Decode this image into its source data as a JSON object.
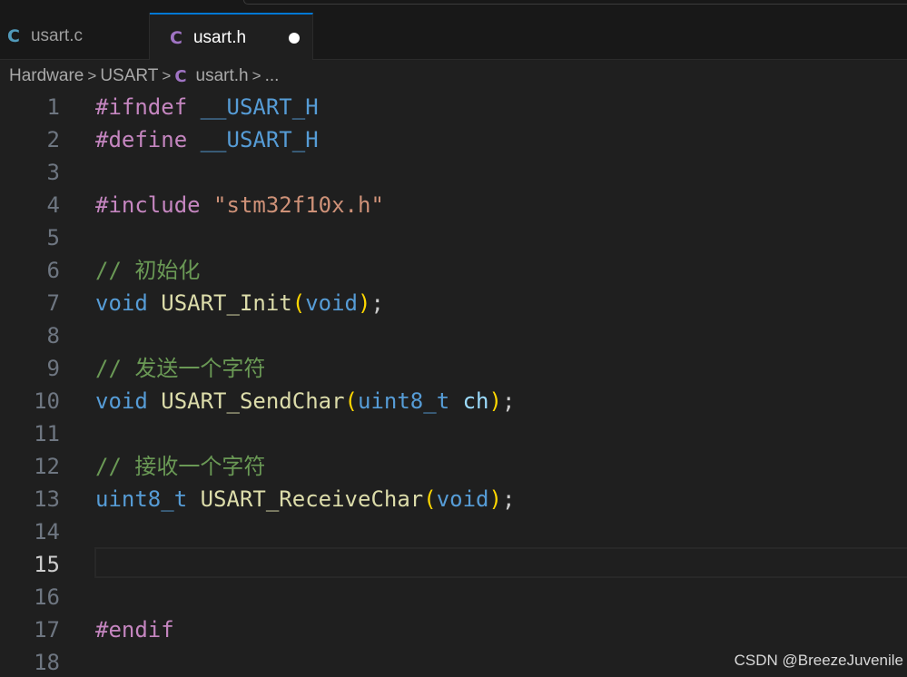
{
  "tabs": [
    {
      "label": "usart.c",
      "icon": "c-language-icon",
      "active": false
    },
    {
      "label": "usart.h",
      "icon": "c-language-icon",
      "active": true,
      "unsaved": true
    }
  ],
  "breadcrumb": {
    "segments": [
      "Hardware",
      "USART",
      "usart.h",
      "..."
    ],
    "separator": ">",
    "file_icon_glyph": "C"
  },
  "icon_glyph": "C",
  "editor": {
    "current_line": 15,
    "lines": [
      {
        "n": "1",
        "tokens": [
          [
            "kw-pre",
            "#ifndef"
          ],
          [
            "punct",
            " "
          ],
          [
            "macro",
            "__USART_H"
          ]
        ]
      },
      {
        "n": "2",
        "tokens": [
          [
            "kw-pre",
            "#define"
          ],
          [
            "punct",
            " "
          ],
          [
            "macro",
            "__USART_H"
          ]
        ]
      },
      {
        "n": "3",
        "tokens": []
      },
      {
        "n": "4",
        "tokens": [
          [
            "kw-pre",
            "#include"
          ],
          [
            "punct",
            " "
          ],
          [
            "str",
            "\"stm32f10x.h\""
          ]
        ]
      },
      {
        "n": "5",
        "tokens": []
      },
      {
        "n": "6",
        "tokens": [
          [
            "comment",
            "// 初始化"
          ]
        ]
      },
      {
        "n": "7",
        "tokens": [
          [
            "type",
            "void"
          ],
          [
            "punct",
            " "
          ],
          [
            "fn",
            "USART_Init"
          ],
          [
            "paren",
            "("
          ],
          [
            "type",
            "void"
          ],
          [
            "paren",
            ")"
          ],
          [
            "punct",
            ";"
          ]
        ]
      },
      {
        "n": "8",
        "tokens": []
      },
      {
        "n": "9",
        "tokens": [
          [
            "comment",
            "// 发送一个字符"
          ]
        ]
      },
      {
        "n": "10",
        "tokens": [
          [
            "type",
            "void"
          ],
          [
            "punct",
            " "
          ],
          [
            "fn",
            "USART_SendChar"
          ],
          [
            "paren",
            "("
          ],
          [
            "type",
            "uint8_t"
          ],
          [
            "punct",
            " "
          ],
          [
            "param",
            "ch"
          ],
          [
            "paren",
            ")"
          ],
          [
            "punct",
            ";"
          ]
        ]
      },
      {
        "n": "11",
        "tokens": []
      },
      {
        "n": "12",
        "tokens": [
          [
            "comment",
            "// 接收一个字符"
          ]
        ]
      },
      {
        "n": "13",
        "tokens": [
          [
            "type",
            "uint8_t"
          ],
          [
            "punct",
            " "
          ],
          [
            "fn",
            "USART_ReceiveChar"
          ],
          [
            "paren",
            "("
          ],
          [
            "type",
            "void"
          ],
          [
            "paren",
            ")"
          ],
          [
            "punct",
            ";"
          ]
        ]
      },
      {
        "n": "14",
        "tokens": []
      },
      {
        "n": "15",
        "tokens": []
      },
      {
        "n": "16",
        "tokens": []
      },
      {
        "n": "17",
        "tokens": [
          [
            "kw-pre",
            "#endif"
          ]
        ]
      },
      {
        "n": "18",
        "tokens": []
      }
    ]
  },
  "watermark": "CSDN @BreezeJuvenile",
  "colors": {
    "background": "#1f1f1f",
    "accent": "#0078d4",
    "preprocessor": "#c586c0",
    "comment": "#6a9955",
    "function": "#dcdcaa",
    "keyword_type": "#569cd6"
  }
}
